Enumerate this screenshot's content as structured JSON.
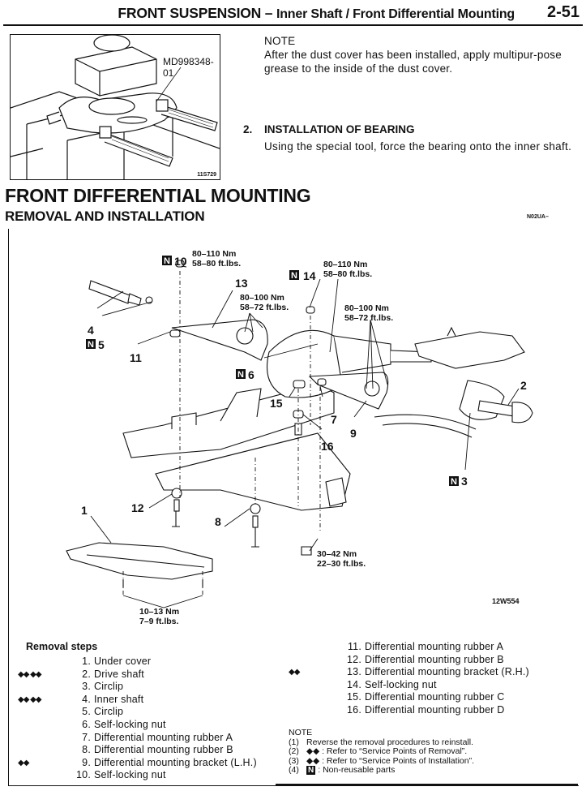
{
  "header": {
    "section": "FRONT SUSPENSION",
    "dash": "–",
    "subsection": "Inner Shaft / Front Differential Mounting",
    "page": "2-51"
  },
  "tool_figure": {
    "tool_part_number": "MD998348-01",
    "figure_code": "11S729"
  },
  "note_top": {
    "title": "NOTE",
    "body": "After the dust cover has been installed, apply multipur-pose grease to the inside of the dust cover."
  },
  "step2": {
    "number": "2.",
    "title": "INSTALLATION OF BEARING",
    "body": "Using the special tool, force the bearing onto the inner shaft."
  },
  "section": {
    "title": "FRONT DIFFERENTIAL MOUNTING",
    "subtitle": "REMOVAL AND INSTALLATION",
    "code": "N02UA–"
  },
  "diagram": {
    "figure_code": "12W554",
    "nonreusable_marker": "N",
    "callouts": [
      {
        "id": "1",
        "label": "1",
        "nonreusable": false
      },
      {
        "id": "2",
        "label": "2",
        "nonreusable": false
      },
      {
        "id": "3",
        "label": "3",
        "nonreusable": true
      },
      {
        "id": "4",
        "label": "4",
        "nonreusable": false
      },
      {
        "id": "5",
        "label": "5",
        "nonreusable": true
      },
      {
        "id": "6",
        "label": "6",
        "nonreusable": true
      },
      {
        "id": "7",
        "label": "7",
        "nonreusable": false
      },
      {
        "id": "8",
        "label": "8",
        "nonreusable": false
      },
      {
        "id": "9",
        "label": "9",
        "nonreusable": false
      },
      {
        "id": "10",
        "label": "10",
        "nonreusable": true
      },
      {
        "id": "11",
        "label": "11",
        "nonreusable": false
      },
      {
        "id": "12",
        "label": "12",
        "nonreusable": false
      },
      {
        "id": "13",
        "label": "13",
        "nonreusable": false
      },
      {
        "id": "14",
        "label": "14",
        "nonreusable": true
      },
      {
        "id": "15",
        "label": "15",
        "nonreusable": false
      },
      {
        "id": "16",
        "label": "16",
        "nonreusable": false
      }
    ],
    "torques": [
      {
        "id": "t10",
        "nm": "80–110 Nm",
        "ftlbs": "58–80 ft.lbs."
      },
      {
        "id": "t14",
        "nm": "80–110 Nm",
        "ftlbs": "58–80 ft.lbs."
      },
      {
        "id": "t13",
        "nm": "80–100 Nm",
        "ftlbs": "58–72 ft.lbs."
      },
      {
        "id": "t9",
        "nm": "80–100 Nm",
        "ftlbs": "58–72 ft.lbs."
      },
      {
        "id": "t16",
        "nm": "30–42 Nm",
        "ftlbs": "22–30 ft.lbs."
      },
      {
        "id": "t1",
        "nm": "10–13 Nm",
        "ftlbs": "7–9 ft.lbs."
      }
    ]
  },
  "removal_steps": {
    "title": "Removal steps",
    "left": [
      {
        "num": "1.",
        "text": "Under cover",
        "symbols": ""
      },
      {
        "num": "2.",
        "text": "Drive shaft",
        "symbols": "◆◆ ◆◆"
      },
      {
        "num": "3.",
        "text": "Circlip",
        "symbols": ""
      },
      {
        "num": "4.",
        "text": "Inner shaft",
        "symbols": "◆◆ ◆◆"
      },
      {
        "num": "5.",
        "text": "Circlip",
        "symbols": ""
      },
      {
        "num": "6.",
        "text": "Self-locking nut",
        "symbols": ""
      },
      {
        "num": "7.",
        "text": "Differential mounting rubber A",
        "symbols": ""
      },
      {
        "num": "8.",
        "text": "Differential mounting rubber B",
        "symbols": ""
      },
      {
        "num": "9.",
        "text": "Differential mounting bracket (L.H.)",
        "symbols": "◆◆"
      },
      {
        "num": "10.",
        "text": "Self-locking nut",
        "symbols": ""
      }
    ],
    "right": [
      {
        "num": "11.",
        "text": "Differential mounting rubber A",
        "symbols": ""
      },
      {
        "num": "12.",
        "text": "Differential mounting rubber B",
        "symbols": ""
      },
      {
        "num": "13.",
        "text": "Differential mounting bracket (R.H.)",
        "symbols": "◆◆"
      },
      {
        "num": "14.",
        "text": "Self-locking nut",
        "symbols": ""
      },
      {
        "num": "15.",
        "text": "Differential mounting rubber C",
        "symbols": ""
      },
      {
        "num": "16.",
        "text": "Differential mounting rubber D",
        "symbols": ""
      }
    ]
  },
  "note_bottom": {
    "title": "NOTE",
    "items": [
      {
        "idx": "(1)",
        "symbol": "",
        "text": "Reverse the removal procedures to reinstall."
      },
      {
        "idx": "(2)",
        "symbol": "◆◆",
        "text": ": Refer to “Service Points of Removal”."
      },
      {
        "idx": "(3)",
        "symbol": "◆◆",
        "text": ": Refer to “Service Points of Installation”."
      },
      {
        "idx": "(4)",
        "symbol": "N",
        "text": ": Non-reusable parts"
      }
    ]
  }
}
